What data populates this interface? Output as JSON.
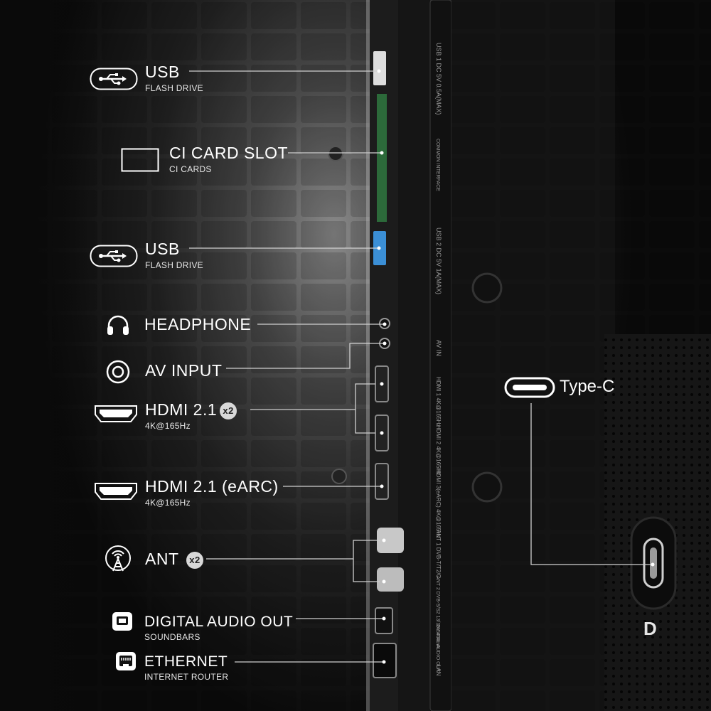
{
  "colors": {
    "line": "#d0d0d0",
    "text": "#ffffff",
    "badge_bg": "#d8d8d8"
  },
  "labels": {
    "usb1": {
      "title": "USB",
      "sub": "FLASH DRIVE",
      "icon": "usb-icon"
    },
    "ci": {
      "title": "CI CARD SLOT",
      "sub": "CI CARDS",
      "icon": "card-slot-icon"
    },
    "usb2": {
      "title": "USB",
      "sub": "FLASH DRIVE",
      "icon": "usb-icon"
    },
    "headphone": {
      "title": "HEADPHONE",
      "icon": "headphone-icon"
    },
    "av": {
      "title": "AV INPUT",
      "icon": "av-input-icon"
    },
    "hdmi1": {
      "title": "HDMI 2.1",
      "badge": "x2",
      "sub": "4K@165Hz",
      "icon": "hdmi-icon"
    },
    "hdmi2": {
      "title": "HDMI 2.1 (eARC)",
      "sub": "4K@165Hz",
      "icon": "hdmi-icon"
    },
    "ant": {
      "title": "ANT",
      "badge": "x2",
      "icon": "antenna-icon"
    },
    "optical": {
      "title": "DIGITAL AUDIO OUT",
      "sub": "SOUNDBARS",
      "icon": "optical-icon"
    },
    "ethernet": {
      "title": "ETHERNET",
      "sub": "INTERNET ROUTER",
      "icon": "ethernet-icon"
    }
  },
  "typec": {
    "title": "Type-C",
    "icon": "type-c-icon"
  },
  "panel_text": {
    "usb1": "USB 1 DC 5V 0.5A(MAX)",
    "ci": "COMMON INTERFACE",
    "usb2": "USB 2 DC 5V 1A(MAX)",
    "av": "AV IN",
    "hdmi1": "HDMI 1 4K@165Hz",
    "hdmi2": "HDMI 2 4K@165Hz",
    "hdmi3": "HDMI 3(eARC) 4K@165Hz",
    "ant1": "ANT 1 DVB-T/T2/C",
    "ant2": "ANT 2 DVB-S/S2 13/18V 400mA",
    "optical": "DIGITAL AUDIO OUT",
    "lan": "LAN"
  }
}
